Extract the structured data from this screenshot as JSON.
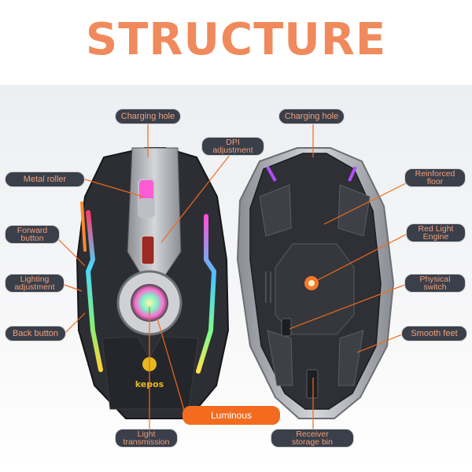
{
  "title": "STRUCTURE",
  "labels": {
    "charging_hole_left": "Charging hole",
    "dpi_adjustment": "DPI\nadjustment",
    "metal_roller": "Metal roller",
    "forward_button": "Forward\nbutton",
    "lighting_adjustment": "Lighting\nadjustment",
    "back_button": "Back button",
    "luminous": "Luminous",
    "light_transmission": "Light\ntransmission",
    "charging_hole_right": "Charging hole",
    "reinforced_floor": "Reinforced\nfloor",
    "red_light_engine": "Red Light\nEngine",
    "physical_switch": "Physical\nswitch",
    "smooth_feet": "Smooth feet",
    "receiver_storage_bin": "Receiver\nstorage bin"
  },
  "brand": "kepos",
  "colors": {
    "title": "#f08a5d",
    "label_bg": "#3a3f4a",
    "label_text": "#f2a07a",
    "leader_line": "#f26a1b",
    "luminous_bg": "#f36b1f"
  }
}
